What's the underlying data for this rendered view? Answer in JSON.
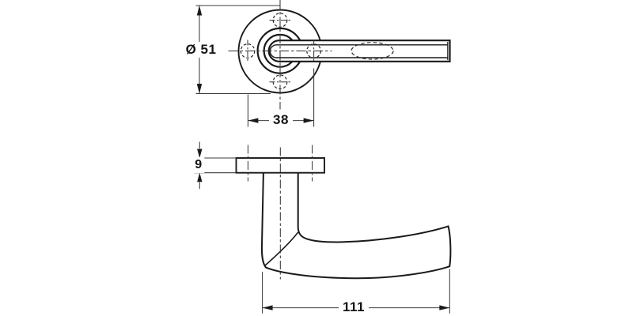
{
  "drawing": {
    "background": "#ffffff",
    "stroke_color": "#1a1a1c",
    "thin_stroke_color": "#3c3c3c",
    "dimensions": {
      "rose_diameter": {
        "label": "Ø 51",
        "orientation": "vertical",
        "view": "front"
      },
      "hole_spacing": {
        "label": "38",
        "orientation": "horizontal",
        "view": "front"
      },
      "rose_thickness": {
        "label": "9",
        "orientation": "vertical",
        "view": "side"
      },
      "lever_length": {
        "label": "111",
        "orientation": "horizontal",
        "view": "side"
      }
    }
  }
}
